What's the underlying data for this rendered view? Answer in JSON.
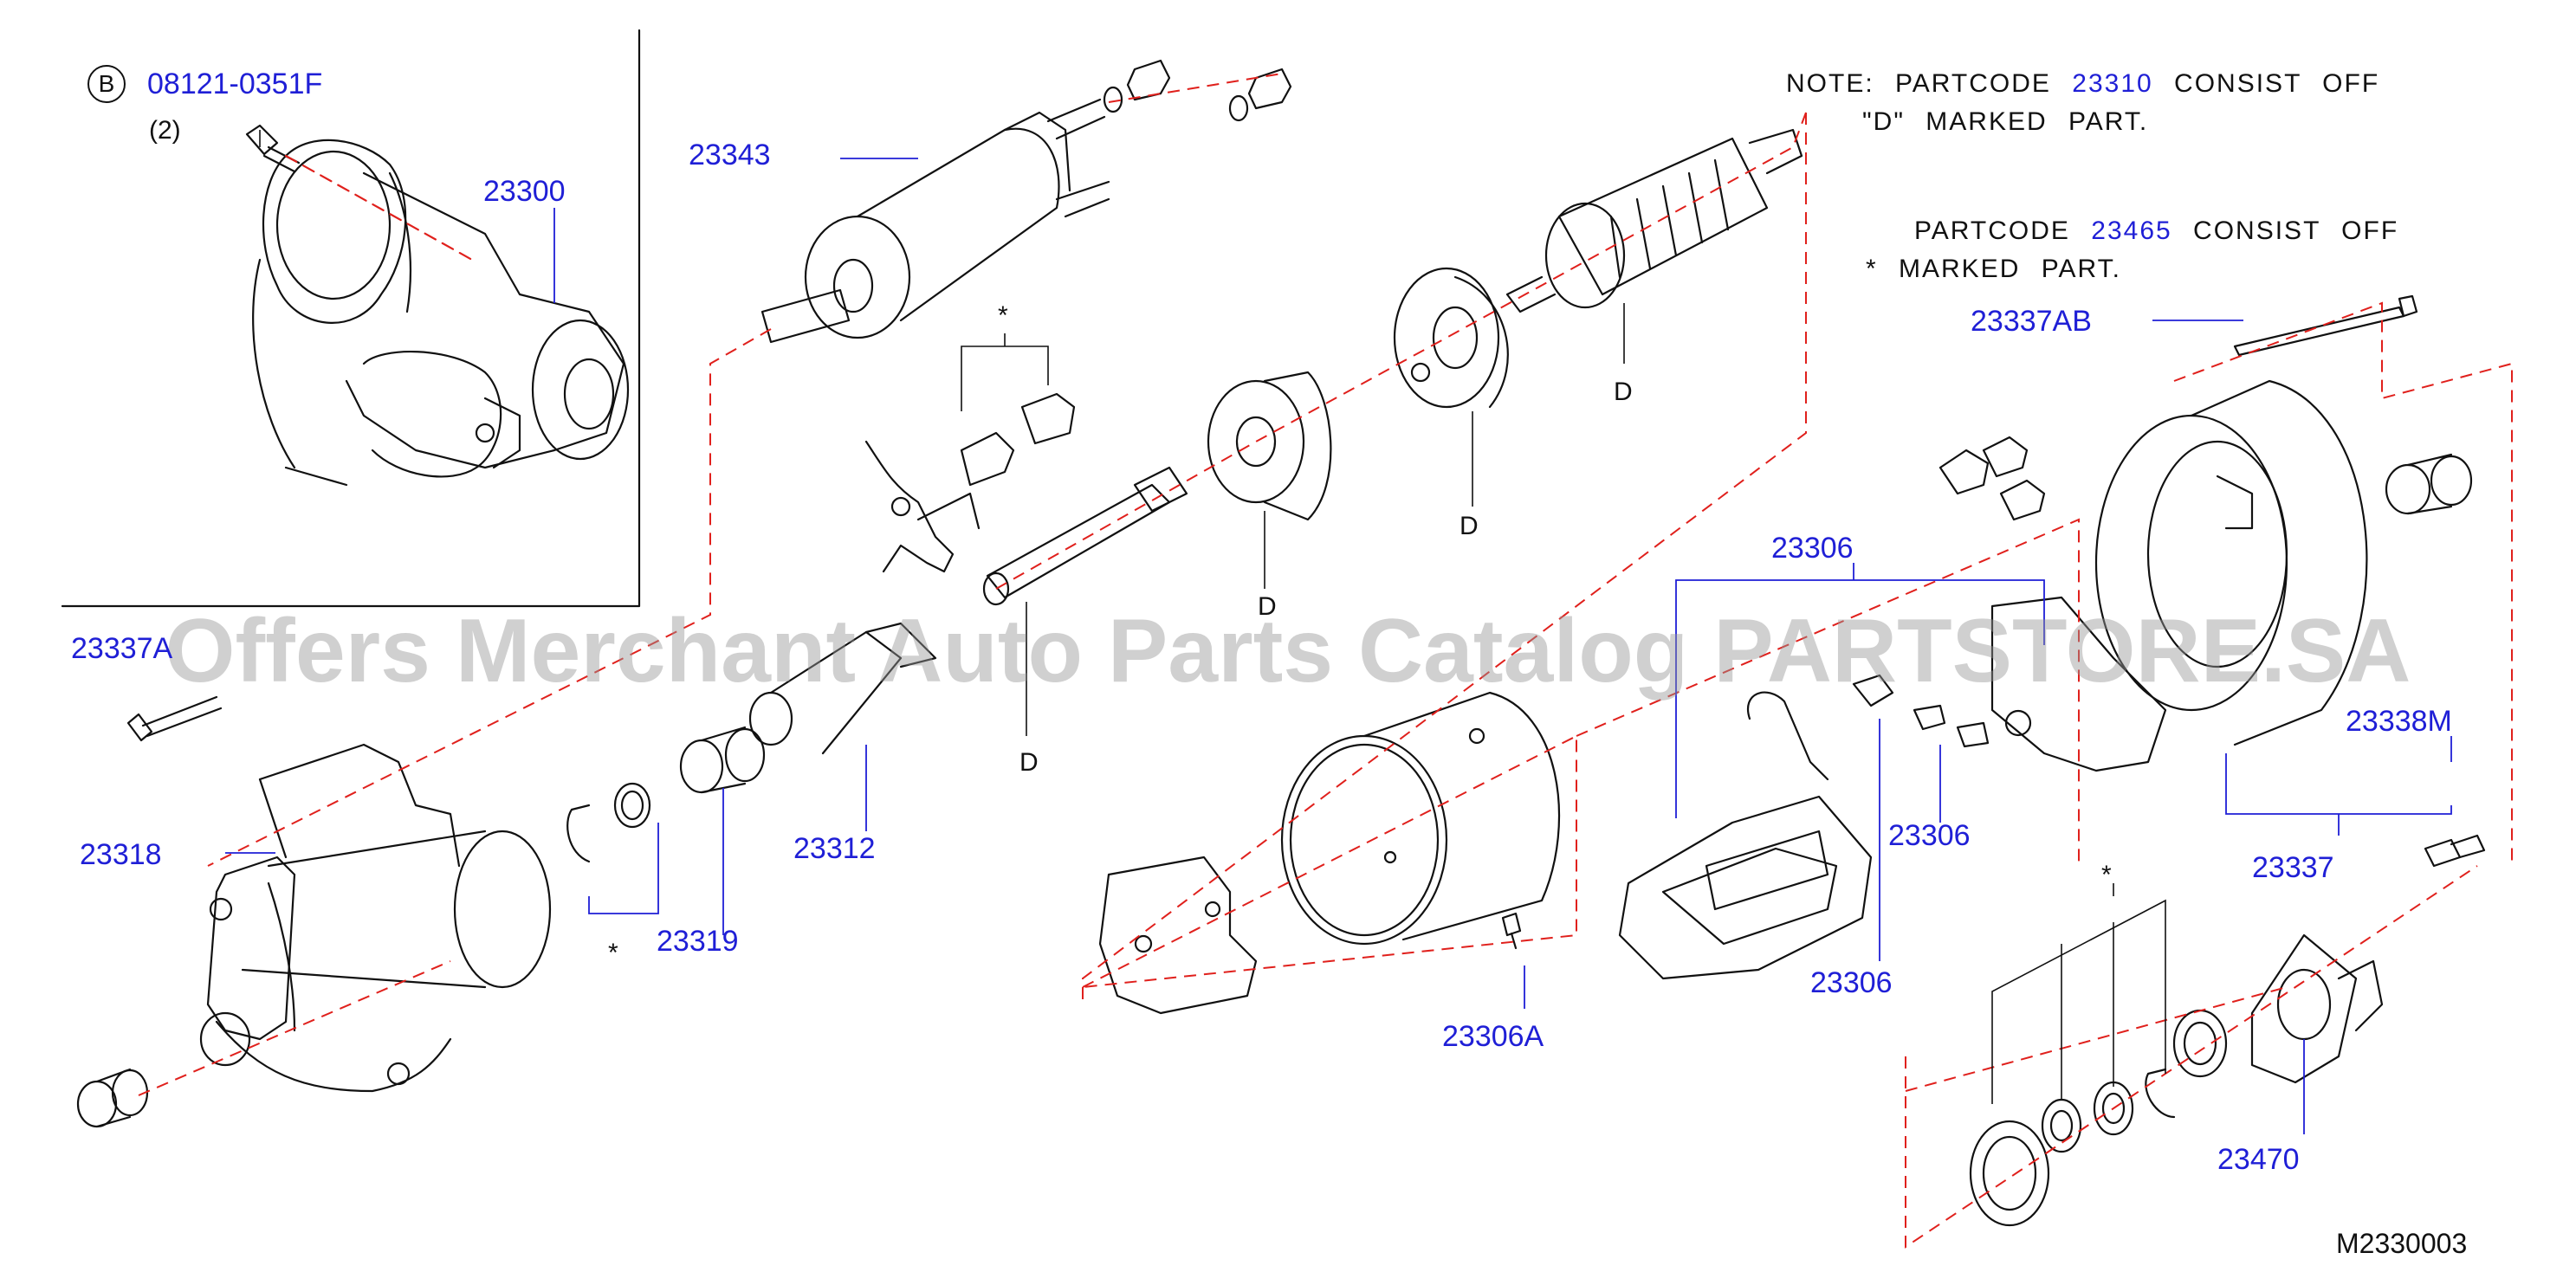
{
  "watermark": "Offers Merchant Auto Parts Catalog PARTSTORE.SA",
  "diagram_code": "M2330003",
  "notes": {
    "line1_prefix": "NOTE:  PARTCODE",
    "line1_code": "23310",
    "line1_suffix": "CONSIST  OFF",
    "line2": "\"D\"  MARKED  PART.",
    "line3_prefix": "PARTCODE",
    "line3_code": "23465",
    "line3_suffix": "CONSIST  OFF",
    "line4": "*  MARKED  PART."
  },
  "bolt_ref": {
    "circle": "B",
    "code": "08121-0351F",
    "qty": "(2)"
  },
  "labels": {
    "p23343": "23343",
    "p23300": "23300",
    "p23337AB": "23337AB",
    "p23306_top": "23306",
    "p23337A": "23337A",
    "p23318": "23318",
    "p23319": "23319",
    "p23312": "23312",
    "p23306_mid": "23306",
    "p23306_low": "23306",
    "p23306A": "23306A",
    "p23338M": "23338M",
    "p23337": "23337",
    "p23470": "23470"
  },
  "marks": {
    "d": "D",
    "star": "*"
  },
  "colors": {
    "label": "#1f1fd6",
    "leader": "#1f1fd6",
    "dash": "#e0201c",
    "ink": "#111111"
  }
}
